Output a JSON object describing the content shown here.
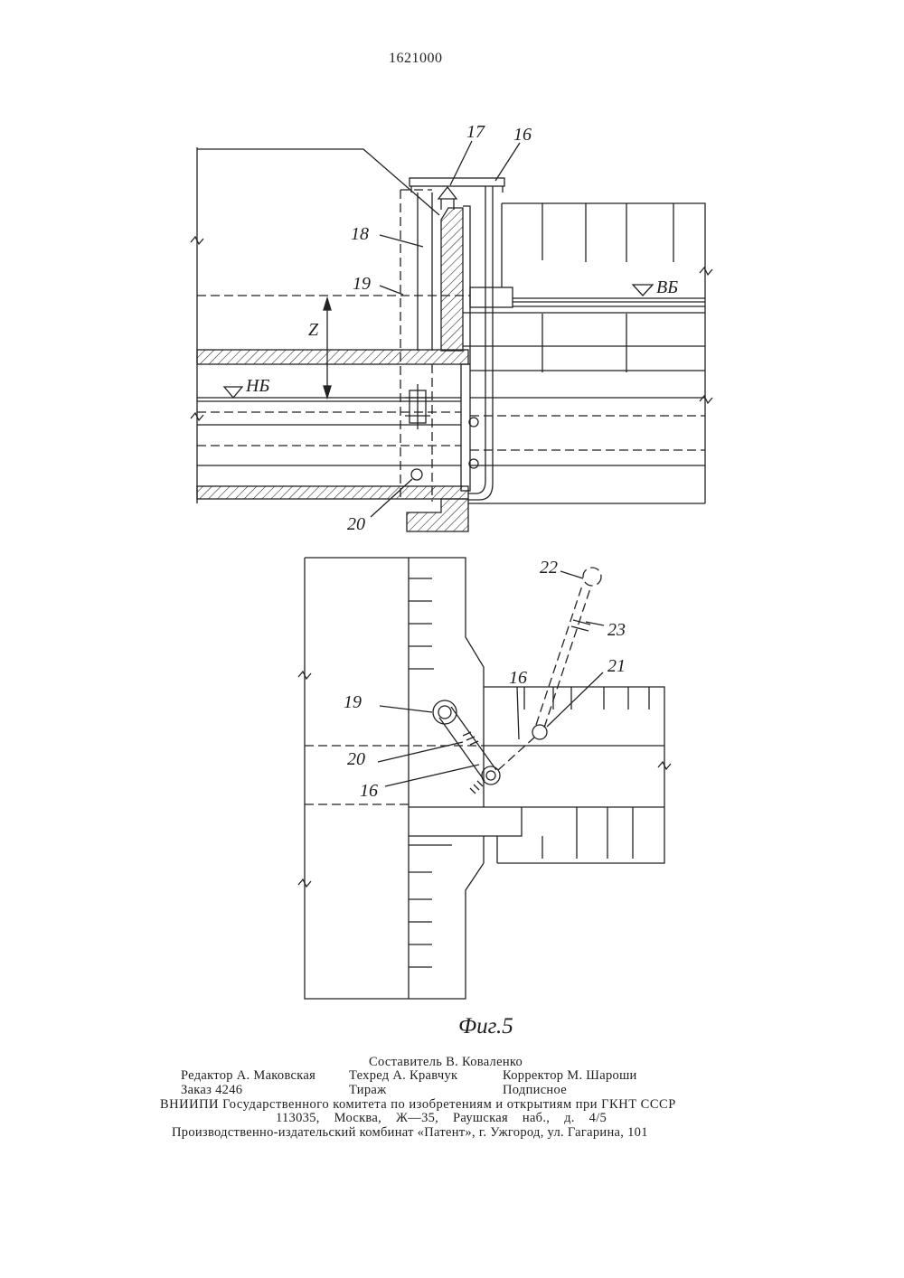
{
  "document": {
    "number": "1621000"
  },
  "figure_top": {
    "labels": {
      "l17": "17",
      "l16": "16",
      "l18": "18",
      "l19": "19",
      "z": "Z",
      "vb": "ВБ",
      "nb": "НБ",
      "l20": "20"
    }
  },
  "figure_bottom": {
    "labels": {
      "l22": "22",
      "l23": "23",
      "l16a": "16",
      "l21": "21",
      "l19": "19",
      "l20": "20",
      "l16b": "16"
    },
    "caption": "Фиг.5"
  },
  "footer": {
    "compiler": "Составитель В. Коваленко",
    "editor": "Редактор А. Маковская",
    "tech_editor": "Техред А. Кравчук",
    "proofreader": "Корректор М. Шароши",
    "order": "Заказ 4246",
    "circulation": "Тираж",
    "subscription": "Подписное",
    "publisher": "ВНИИПИ Государственного комитета по изобретениям и открытиям при ГКНТ СССР",
    "address": "113035, Москва, Ж—35, Раушская наб., д. 4/5",
    "printer": "Производственно-издательский комбинат «Патент», г. Ужгород, ул. Гагарина, 101"
  }
}
